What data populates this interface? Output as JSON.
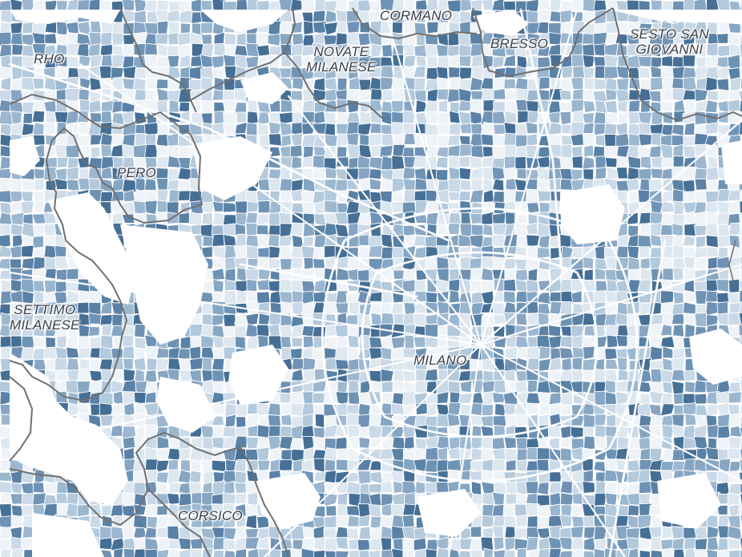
{
  "map": {
    "colors": {
      "background": "#ffffff",
      "ramp": [
        "#eef3f8",
        "#dde7f0",
        "#c9d9e7",
        "#b3c9dc",
        "#9cb8d0",
        "#86a6c3",
        "#6f93b5",
        "#5a81a6",
        "#466f96"
      ],
      "street": "#ffffff",
      "boundary": "#707070",
      "label": "#3a3f47"
    },
    "labels": {
      "rho": "RHO",
      "cormano": "CORMANO",
      "novate": "NOVATE\nMILANESE",
      "bresso": "BRESSO",
      "sesto": "SESTO SAN\nGIOVANNI",
      "pero": "PERO",
      "settimo": "SETTIMO\nMILANESE",
      "milano": "MILANO",
      "corsico": "CORSICO"
    }
  }
}
